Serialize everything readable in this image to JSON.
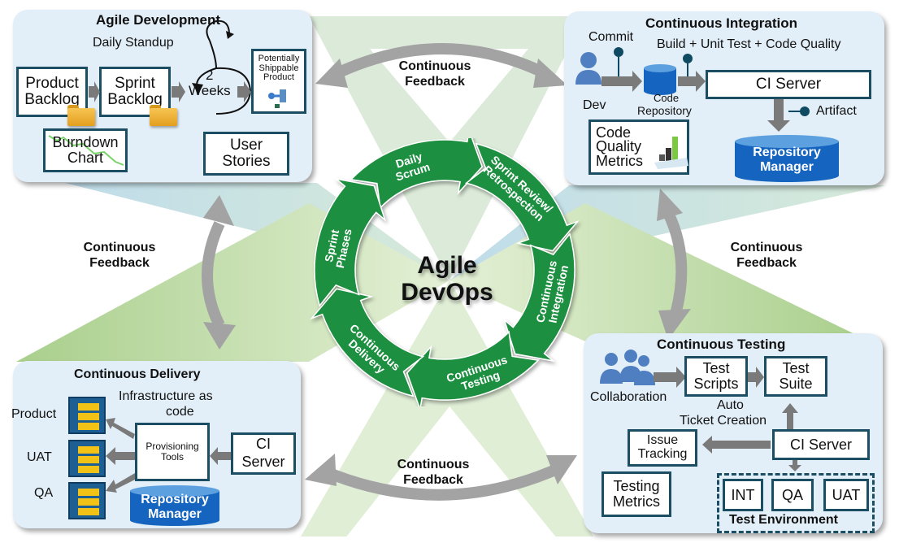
{
  "center": {
    "title_line1": "Agile",
    "title_line2": "DevOps"
  },
  "ring": {
    "segments": [
      {
        "lines": [
          "Daily",
          "Scrum"
        ]
      },
      {
        "lines": [
          "Sprint Review/",
          "Retrospection"
        ]
      },
      {
        "lines": [
          "Continuous",
          "Integration"
        ]
      },
      {
        "lines": [
          "Continuous",
          "Testing"
        ]
      },
      {
        "lines": [
          "Continuous",
          "Delivery"
        ]
      },
      {
        "lines": [
          "Sprint",
          "Phases"
        ]
      }
    ],
    "color": "#1f8f3f"
  },
  "feedback": {
    "top": "Continuous\nFeedback",
    "left": "Continuous\nFeedback",
    "right": "Continuous\nFeedback",
    "bottom": "Continuous\nFeedback"
  },
  "agile_development": {
    "title": "Agile Development",
    "daily_standup": "Daily Standup",
    "product_backlog": "Product Backlog",
    "sprint_backlog": "Sprint Backlog",
    "weeks_num": "2",
    "weeks_label": "Weeks",
    "shippable": "Potentially Shippable Product",
    "burndown": "Burndown Chart",
    "user_stories": "User Stories"
  },
  "continuous_integration": {
    "title": "Continuous Integration",
    "commit": "Commit",
    "build": "Build + Unit Test + Code Quality",
    "dev": "Dev",
    "code_repo_1": "Code",
    "code_repo_2": "Repository",
    "ci_server": "CI Server",
    "artifact": "Artifact",
    "code_quality": "Code Quality Metrics",
    "repo_manager_1": "Repository",
    "repo_manager_2": "Manager"
  },
  "continuous_delivery": {
    "title": "Continuous Delivery",
    "iac_1": "Infrastructure as",
    "iac_2": "code",
    "product": "Product",
    "uat": "UAT",
    "qa": "QA",
    "provisioning": "Provisioning Tools",
    "ci_server": "CI Server",
    "repo_manager_1": "Repository",
    "repo_manager_2": "Manager"
  },
  "continuous_testing": {
    "title": "Continuous Testing",
    "collaboration": "Collaboration",
    "test_scripts": "Test Scripts",
    "test_suite": "Test Suite",
    "auto_ticket_1": "Auto",
    "auto_ticket_2": "Ticket Creation",
    "issue_tracking": "Issue Tracking",
    "ci_server": "CI Server",
    "testing_metrics": "Testing Metrics",
    "env_int": "INT",
    "env_qa": "QA",
    "env_uat": "UAT",
    "test_environment": "Test Environment"
  }
}
